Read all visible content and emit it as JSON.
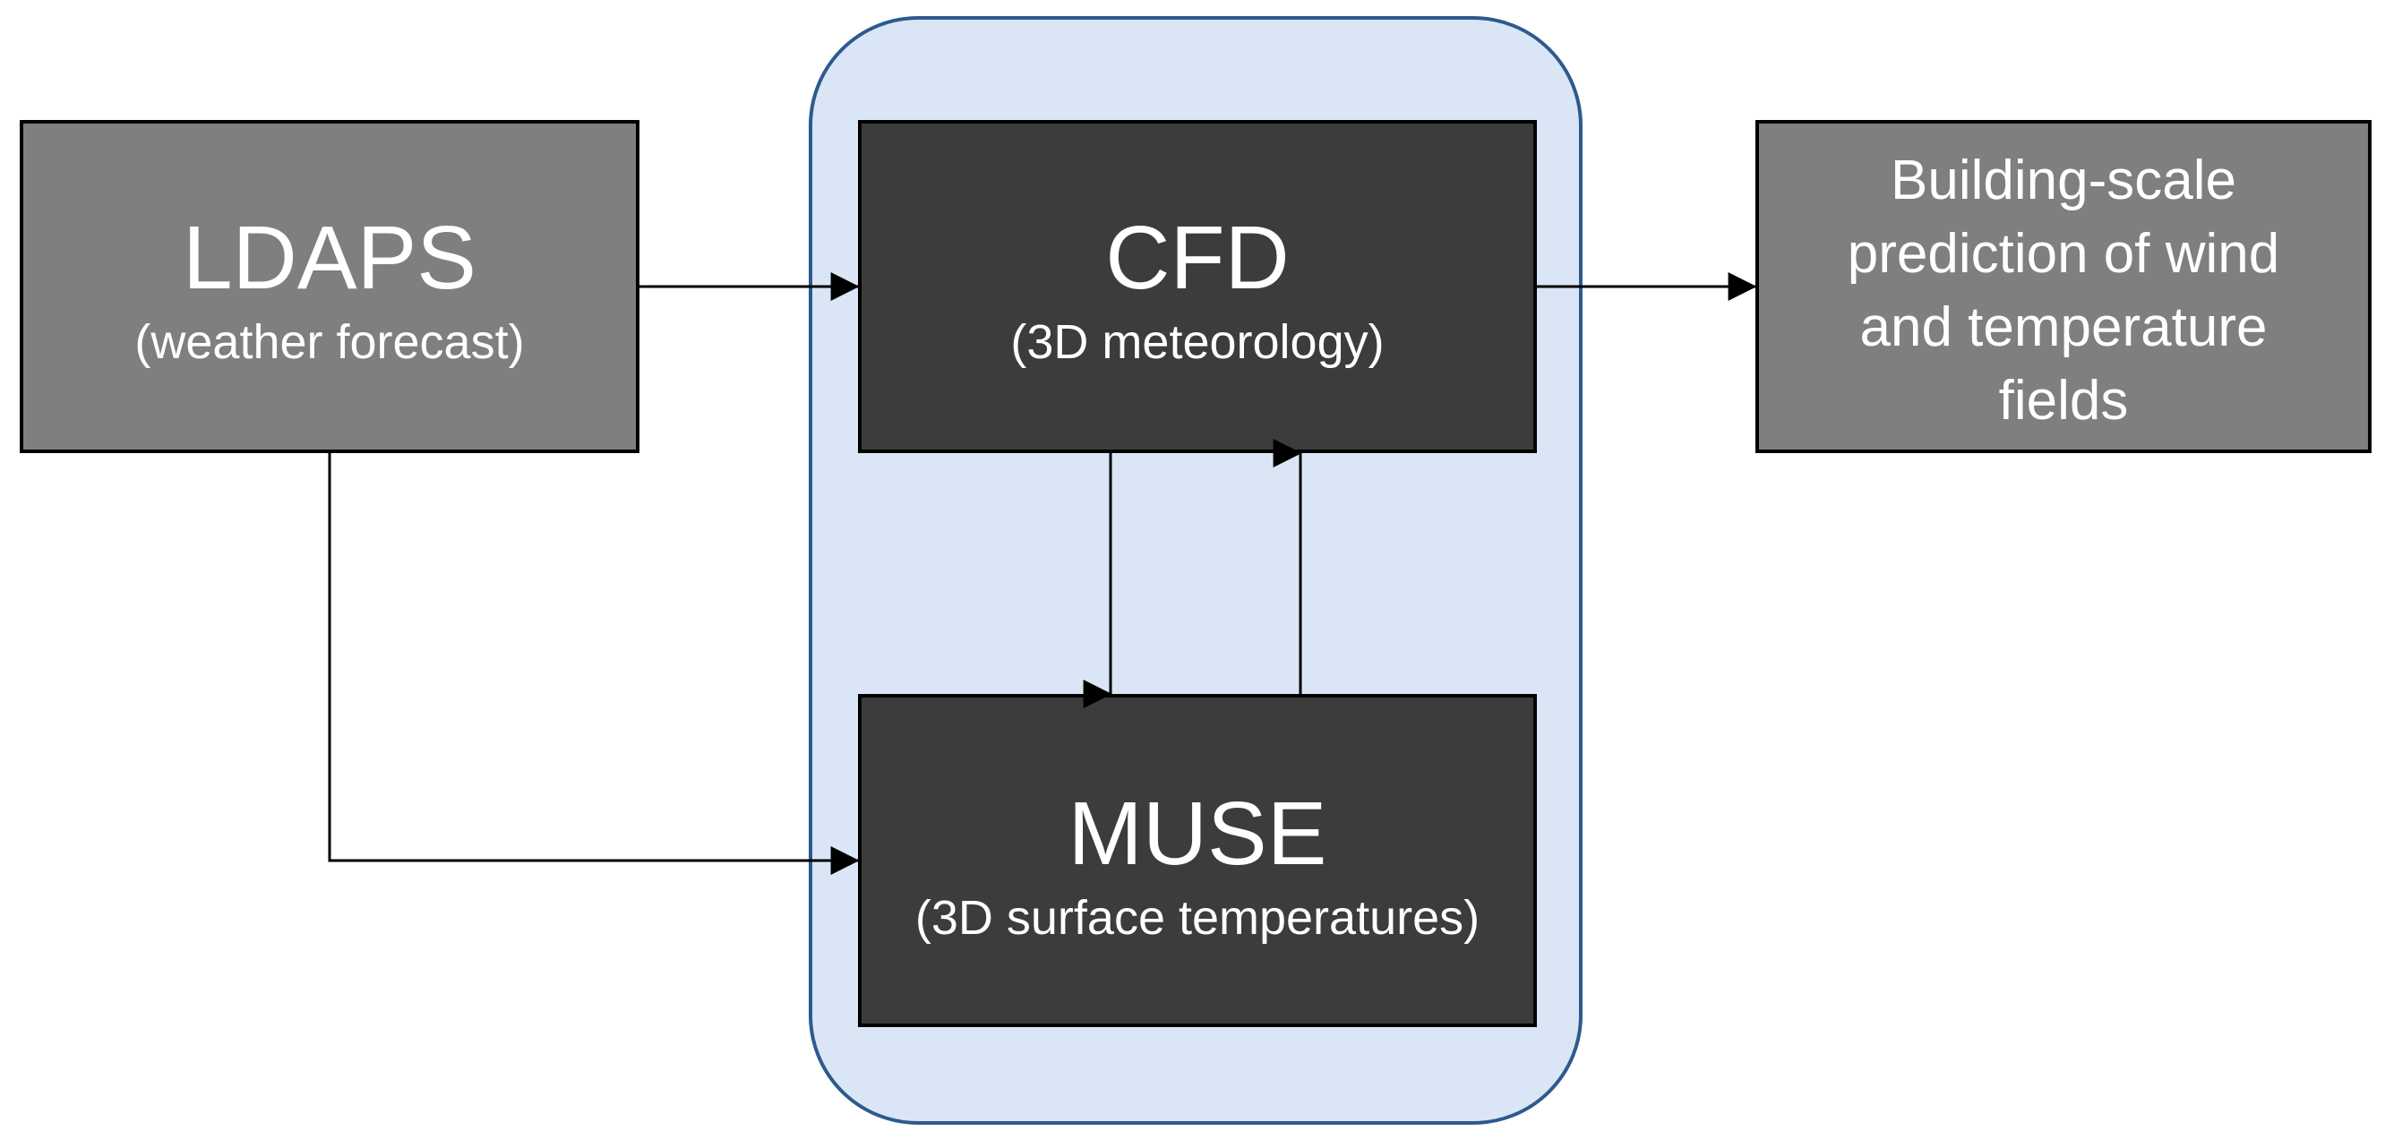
{
  "nodes": {
    "ldaps": {
      "title": "LDAPS",
      "subtitle": "(weather forecast)"
    },
    "cfd": {
      "title": "CFD",
      "subtitle": "(3D meteorology)"
    },
    "muse": {
      "title": "MUSE",
      "subtitle": "(3D surface temperatures)"
    },
    "output": {
      "lines": [
        "Building-scale",
        "prediction of wind",
        "and temperature",
        "fields"
      ]
    }
  },
  "edges": [
    {
      "from": "LDAPS",
      "to": "CFD"
    },
    {
      "from": "LDAPS",
      "to": "MUSE"
    },
    {
      "from": "CFD",
      "to": "MUSE"
    },
    {
      "from": "MUSE",
      "to": "CFD"
    },
    {
      "from": "CFD",
      "to": "Building-scale prediction"
    }
  ],
  "colors": {
    "input_box": "#7f7f7f",
    "core_box": "#3c3c3c",
    "group_fill": "#dae6f5",
    "group_border": "#2d5a8e",
    "text": "#ffffff",
    "arrow": "#000000"
  }
}
